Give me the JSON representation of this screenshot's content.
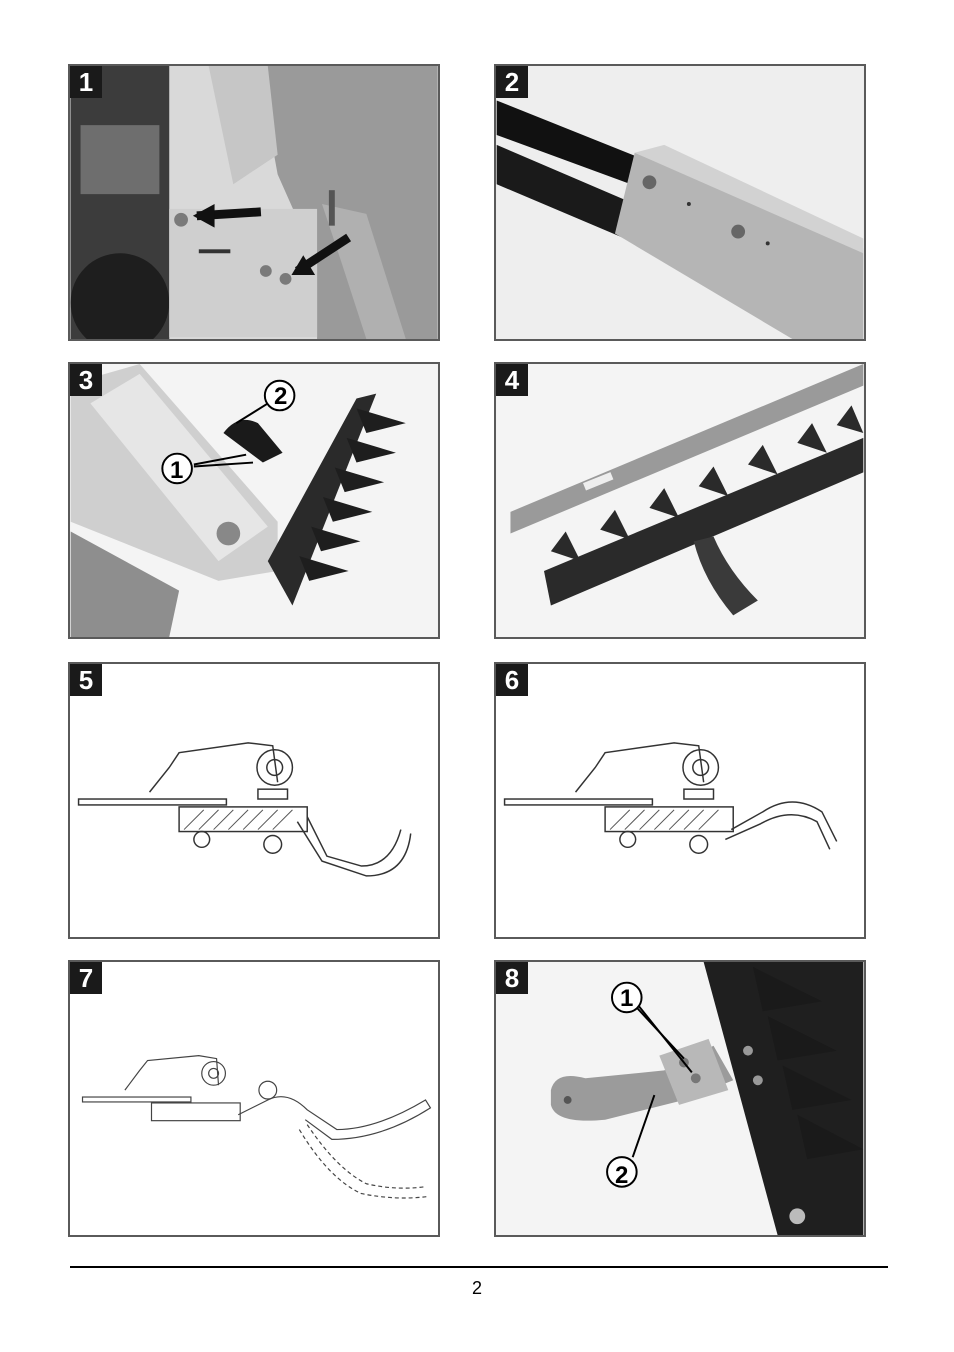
{
  "figures": [
    {
      "number": "1",
      "type": "photo",
      "subject": "engine-mount-bolts"
    },
    {
      "number": "2",
      "type": "photo",
      "subject": "handle-tube-clamp"
    },
    {
      "number": "3",
      "type": "photo",
      "subject": "cutter-bar-attachment",
      "callouts": [
        "1",
        "2"
      ]
    },
    {
      "number": "4",
      "type": "photo",
      "subject": "blade-and-guide-bar"
    },
    {
      "number": "5",
      "type": "drawing",
      "subject": "skid-position-low"
    },
    {
      "number": "6",
      "type": "drawing",
      "subject": "skid-position-mid"
    },
    {
      "number": "7",
      "type": "drawing",
      "subject": "skid-position-high"
    },
    {
      "number": "8",
      "type": "photo",
      "subject": "skid-plate-fastening",
      "callouts": [
        "1",
        "2"
      ]
    }
  ],
  "footer": {
    "page_number": "2"
  },
  "colors": {
    "frame": "#5a5a5a",
    "badge": "#1a1a1a",
    "blade": "#2a2a2a",
    "drawing": "#333333"
  }
}
